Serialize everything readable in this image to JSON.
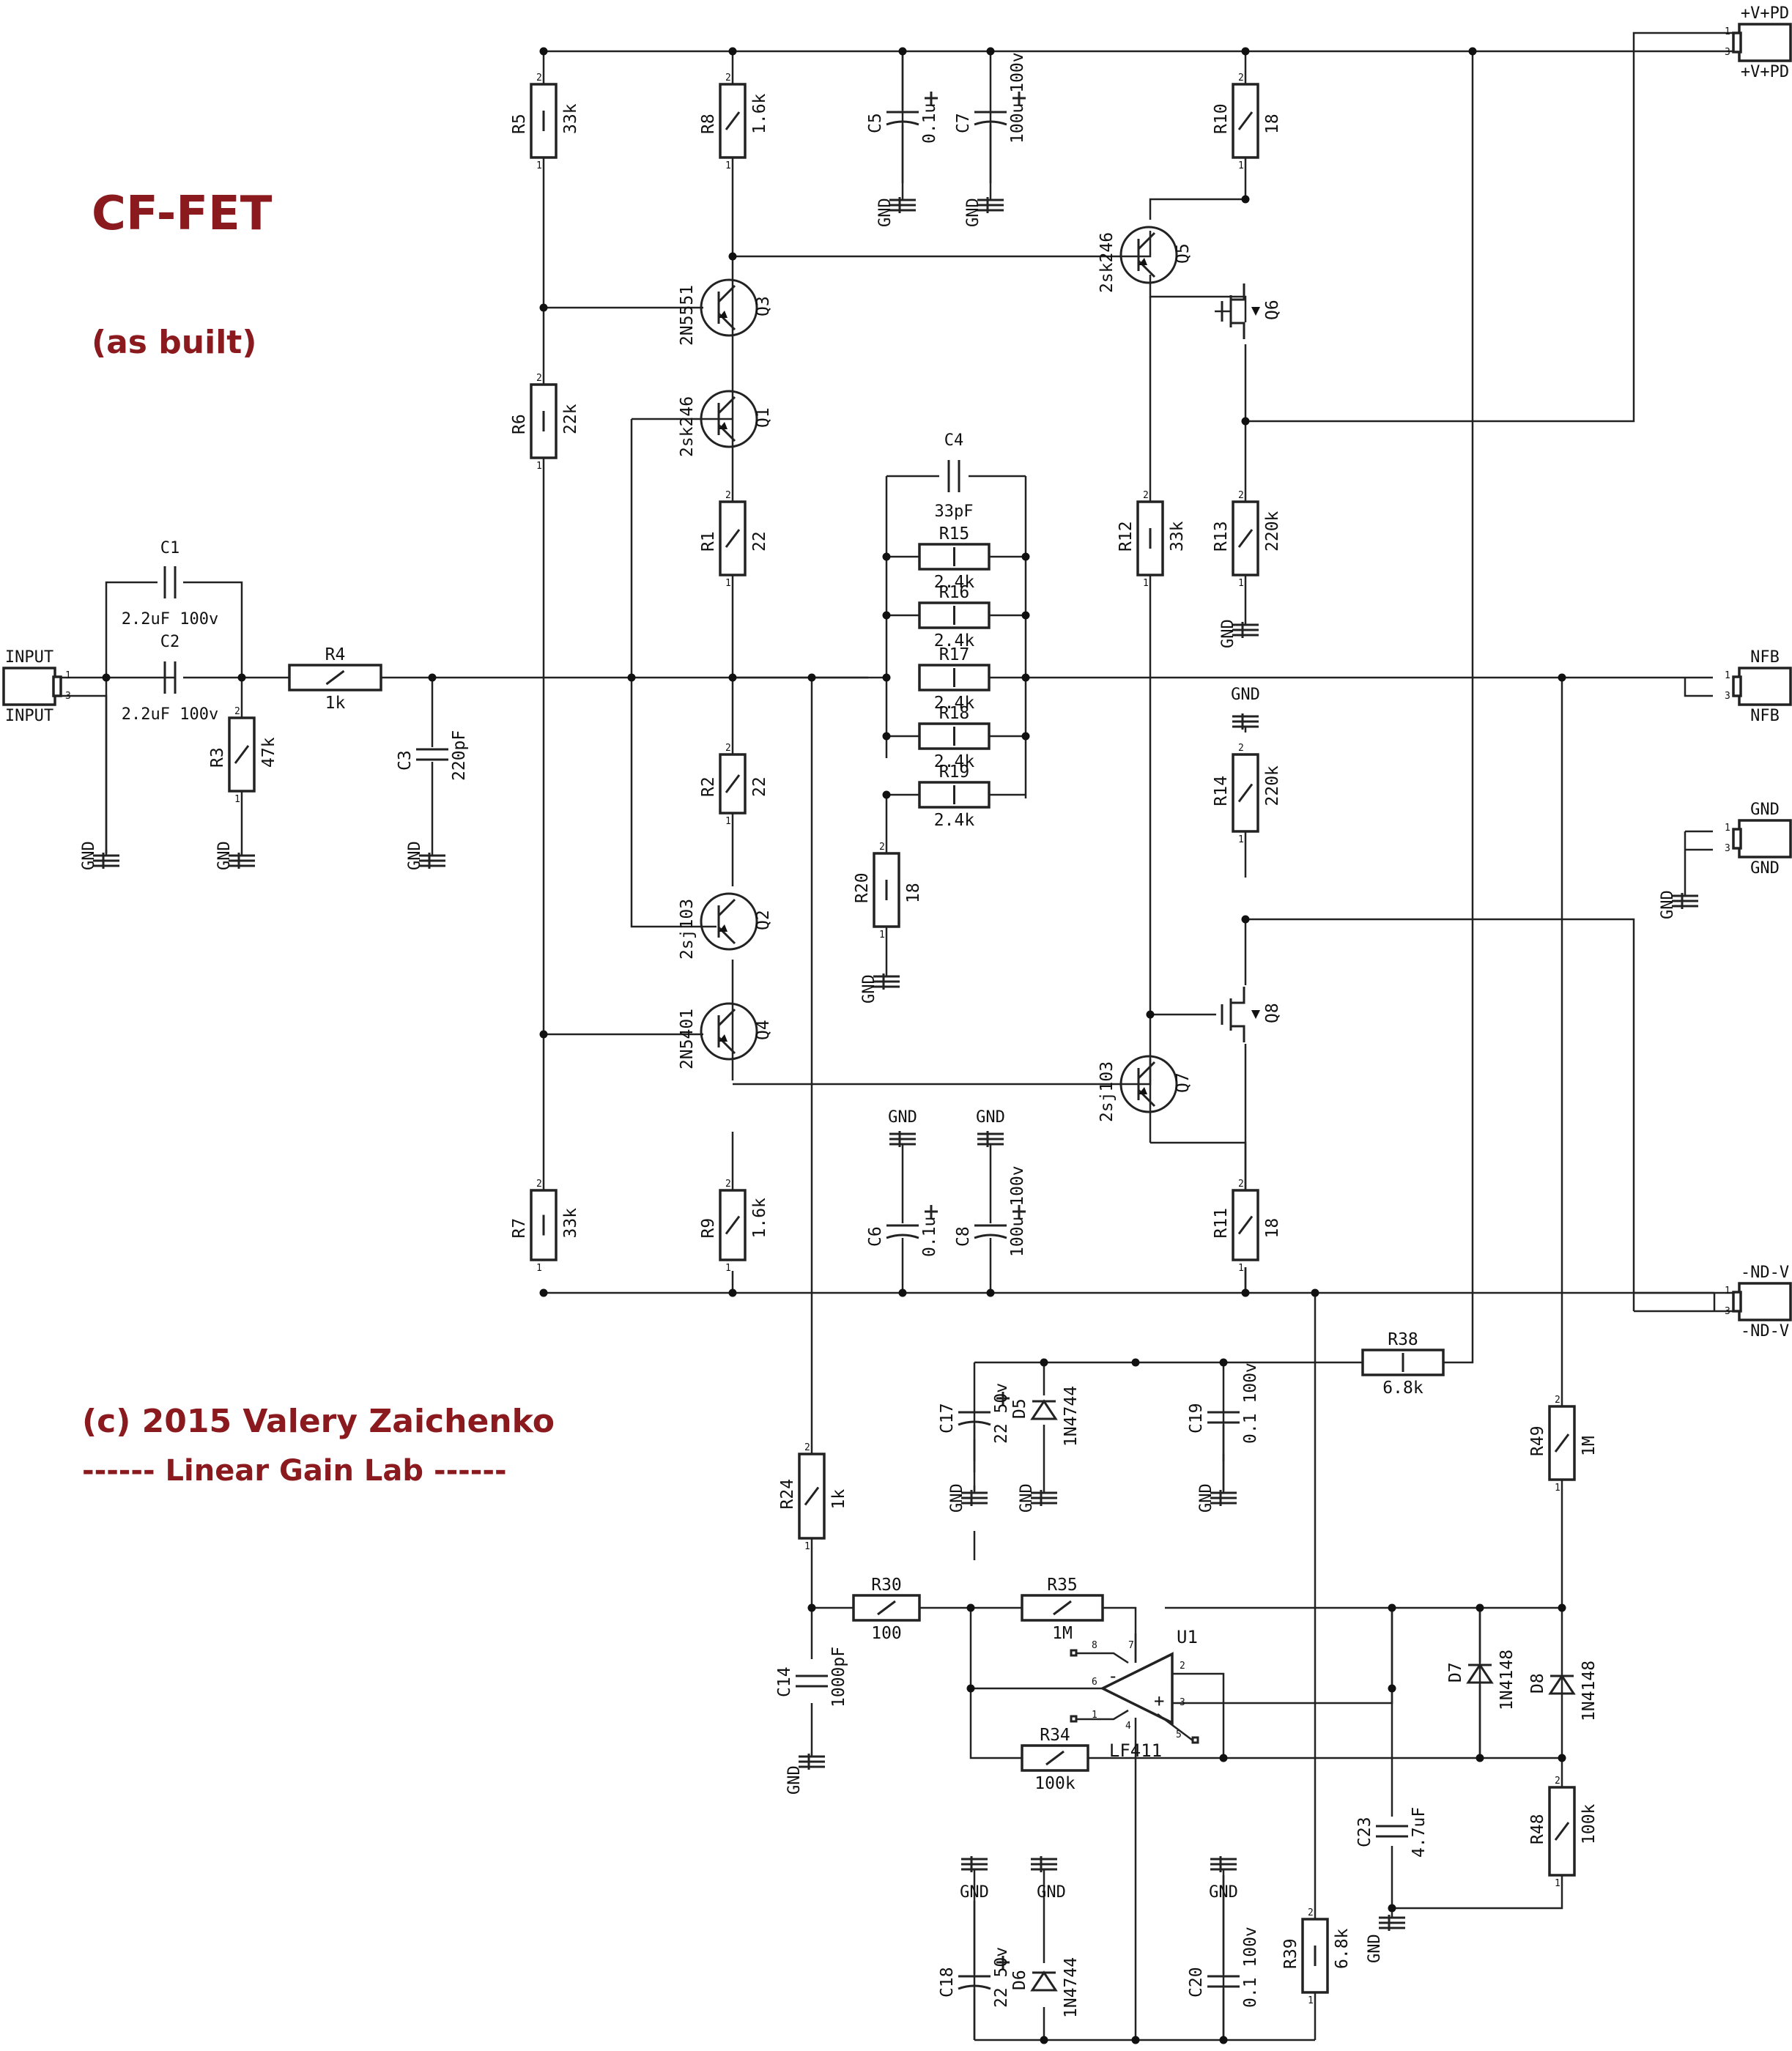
{
  "titles": {
    "main": "CF-FET",
    "sub": "(as built)",
    "copyright": "(c) 2015 Valery Zaichenko",
    "lab": "------ Linear Gain Lab ------"
  },
  "texts": {
    "gnd": "GND"
  },
  "resistors": [
    {
      "id": "R5",
      "value": "33k"
    },
    {
      "id": "R8",
      "value": "1.6k"
    },
    {
      "id": "R10",
      "value": "18"
    },
    {
      "id": "R6",
      "value": "22k"
    },
    {
      "id": "R1",
      "value": "22"
    },
    {
      "id": "R12",
      "value": "33k"
    },
    {
      "id": "R13",
      "value": "220k"
    },
    {
      "id": "R4",
      "value": "1k"
    },
    {
      "id": "R3",
      "value": "47k"
    },
    {
      "id": "R15",
      "value": "2.4k"
    },
    {
      "id": "R16",
      "value": "2.4k"
    },
    {
      "id": "R17",
      "value": "2.4k"
    },
    {
      "id": "R18",
      "value": "2.4k"
    },
    {
      "id": "R19",
      "value": "2.4k"
    },
    {
      "id": "R2",
      "value": "22"
    },
    {
      "id": "R20",
      "value": "18"
    },
    {
      "id": "R14",
      "value": "220k"
    },
    {
      "id": "R7",
      "value": "33k"
    },
    {
      "id": "R9",
      "value": "1.6k"
    },
    {
      "id": "R11",
      "value": "18"
    },
    {
      "id": "R38",
      "value": "6.8k"
    },
    {
      "id": "R49",
      "value": "1M"
    },
    {
      "id": "R24",
      "value": "1k"
    },
    {
      "id": "R30",
      "value": "100"
    },
    {
      "id": "R35",
      "value": "1M"
    },
    {
      "id": "R34",
      "value": "100k"
    },
    {
      "id": "R48",
      "value": "100k"
    },
    {
      "id": "R39",
      "value": "6.8k"
    }
  ],
  "capacitors": [
    {
      "id": "C1",
      "value": "2.2uF",
      "rating": "100v"
    },
    {
      "id": "C2",
      "value": "2.2uF",
      "rating": "100v"
    },
    {
      "id": "C3",
      "value": "220pF"
    },
    {
      "id": "C4",
      "value": "33pF"
    },
    {
      "id": "C5",
      "value": "0.1u"
    },
    {
      "id": "C7",
      "value": "100u",
      "rating": "100v"
    },
    {
      "id": "C6",
      "value": "0.1u"
    },
    {
      "id": "C8",
      "value": "100u",
      "rating": "100v"
    },
    {
      "id": "C17",
      "value": "22",
      "rating": "50v"
    },
    {
      "id": "C19",
      "value": "0.1",
      "rating": "100v"
    },
    {
      "id": "C14",
      "value": "1000pF"
    },
    {
      "id": "C23",
      "value": "4.7uF"
    },
    {
      "id": "C18",
      "value": "22",
      "rating": "50v"
    },
    {
      "id": "C20",
      "value": "0.1",
      "rating": "100v"
    }
  ],
  "transistors": [
    {
      "id": "Q3",
      "part": "2N5551"
    },
    {
      "id": "Q1",
      "part": "2sk246"
    },
    {
      "id": "Q5",
      "part": "2sk246"
    },
    {
      "id": "Q6",
      "part": ""
    },
    {
      "id": "Q2",
      "part": "2sj103"
    },
    {
      "id": "Q4",
      "part": "2N5401"
    },
    {
      "id": "Q7",
      "part": "2sj103"
    },
    {
      "id": "Q8",
      "part": ""
    }
  ],
  "diodes": [
    {
      "id": "D5",
      "part": "1N4744"
    },
    {
      "id": "D6",
      "part": "1N4744"
    },
    {
      "id": "D7",
      "part": "1N4148"
    },
    {
      "id": "D8",
      "part": "1N4148"
    }
  ],
  "opamp": {
    "id": "U1",
    "part": "LF411",
    "pins": [
      "8",
      "7",
      "6",
      "1",
      "4",
      "5",
      "2",
      "3",
      "-",
      "+"
    ]
  },
  "connectors": [
    {
      "id": "INPUT",
      "pins": [
        "1",
        "3"
      ]
    },
    {
      "id": "+V+PD",
      "pins": [
        "1",
        "3"
      ]
    },
    {
      "id": "NFB",
      "pins": [
        "1",
        "3"
      ]
    },
    {
      "id": "GND",
      "pins": [
        "1",
        "3"
      ]
    },
    {
      "id": "-ND-V",
      "pins": [
        "1",
        "3"
      ]
    }
  ],
  "pin_labels": {
    "one": "1",
    "two": "2",
    "three": "3"
  }
}
